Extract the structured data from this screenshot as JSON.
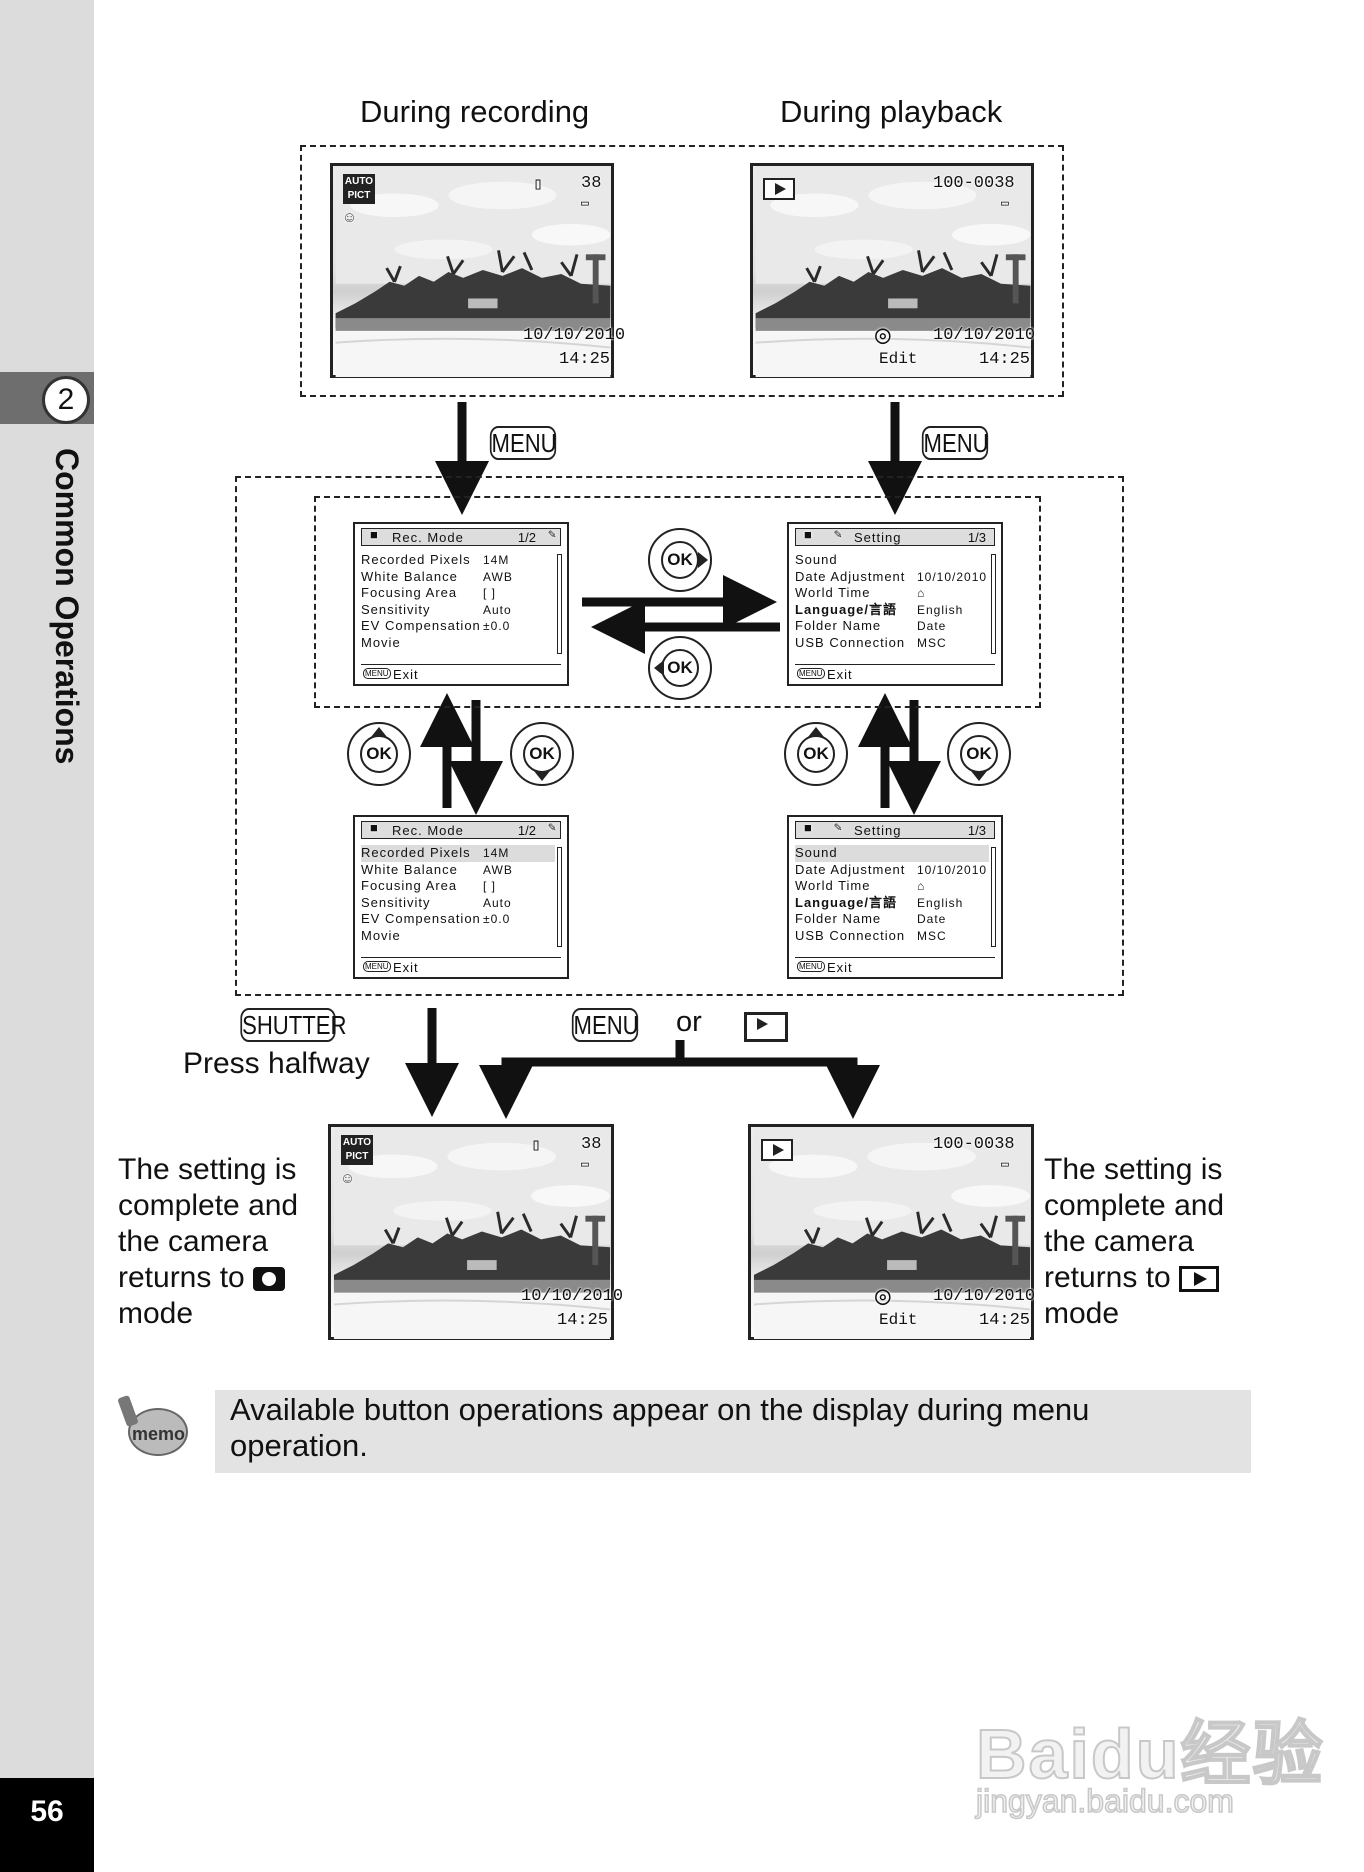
{
  "sidebar": {
    "chapter_number": "2",
    "chapter_title": "Common Operations",
    "page_number": "56"
  },
  "headings": {
    "recording": "During recording",
    "playback": "During playback"
  },
  "keys": {
    "menu": "MENU",
    "shutter": "SHUTTER",
    "ok": "OK"
  },
  "labels": {
    "press_halfway": "Press halfway",
    "or": "or"
  },
  "rec_screen": {
    "mode_badge": [
      "AUTO",
      "PICT"
    ],
    "shots_remaining": "38",
    "date": "10/10/2010",
    "time": "14:25"
  },
  "play_screen": {
    "file_number": "100-0038",
    "edit_label": "Edit",
    "date": "10/10/2010",
    "time": "14:25"
  },
  "rec_menu": {
    "title": "Rec. Mode",
    "page": "1/2",
    "items": [
      {
        "label": "Recorded Pixels",
        "value": "14M"
      },
      {
        "label": "White Balance",
        "value": "AWB"
      },
      {
        "label": "Focusing Area",
        "value": "[ ]"
      },
      {
        "label": "Sensitivity",
        "value": "Auto"
      },
      {
        "label": "EV Compensation",
        "value": "±0.0"
      },
      {
        "label": "Movie",
        "value": ""
      }
    ],
    "footer_key": "MENU",
    "footer_label": "Exit"
  },
  "setting_menu": {
    "title": "Setting",
    "page": "1/3",
    "items": [
      {
        "label": "Sound",
        "value": ""
      },
      {
        "label": "Date Adjustment",
        "value": "10/10/2010"
      },
      {
        "label": "World Time",
        "value": "⌂"
      },
      {
        "label": "Language/言語",
        "value": "English"
      },
      {
        "label": "Folder Name",
        "value": "Date"
      },
      {
        "label": "USB Connection",
        "value": "MSC"
      }
    ],
    "footer_key": "MENU",
    "footer_label": "Exit"
  },
  "result_left": [
    "The setting is",
    "complete and",
    "the camera",
    "returns to",
    "mode"
  ],
  "result_right": [
    "The setting is",
    "complete and",
    "the camera",
    "returns to",
    "mode"
  ],
  "memo": {
    "icon_label": "memo",
    "text_line1": "Available button operations appear on the display during menu",
    "text_line2": "operation."
  },
  "watermark": {
    "brand": "Baidu经验",
    "url": "jingyan.baidu.com"
  }
}
